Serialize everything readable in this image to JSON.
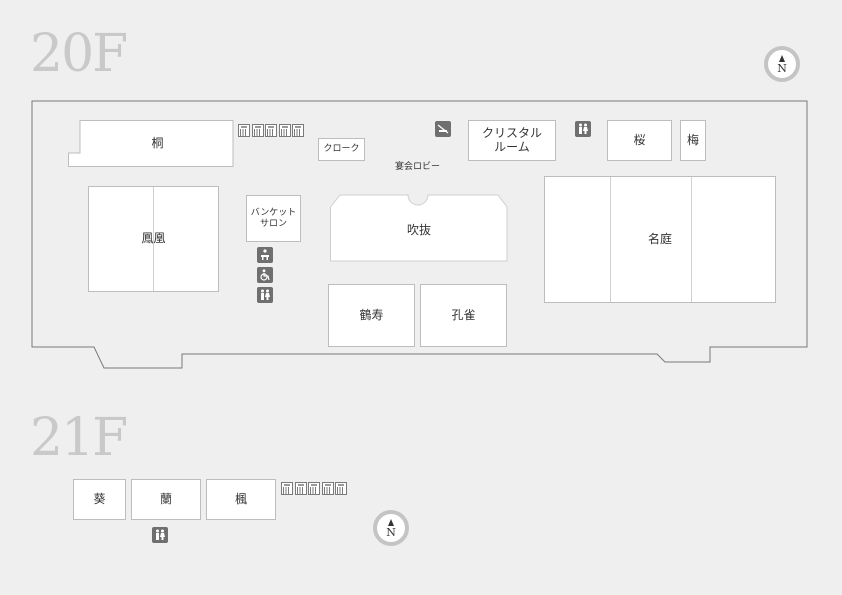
{
  "floors": [
    {
      "label": "20F"
    },
    {
      "label": "21F"
    }
  ],
  "compass_label": "N",
  "rooms_20f": {
    "kiri": "桐",
    "cloak": "クローク",
    "crystal": "クリスタル\nルーム",
    "sakura": "桜",
    "ume": "梅",
    "houou": "鳳凰",
    "banquet_salon": "バンケット\nサロン",
    "atrium": "吹抜",
    "meitei": "名庭",
    "kakuju": "鶴寿",
    "kujaku": "孔雀"
  },
  "lobby_label": "宴会ロビー",
  "rooms_21f": {
    "aoi": "葵",
    "ran": "蘭",
    "kaede": "楓"
  },
  "icons": [
    "elevator-icon",
    "no-smoking-icon",
    "restroom-icon",
    "baby-changing-icon",
    "wheelchair-icon"
  ],
  "colors": {
    "background": "#efefef",
    "room_fill": "#ffffff",
    "icon_fill": "#6f6f6f",
    "floor_label": "#c9c9c9"
  }
}
